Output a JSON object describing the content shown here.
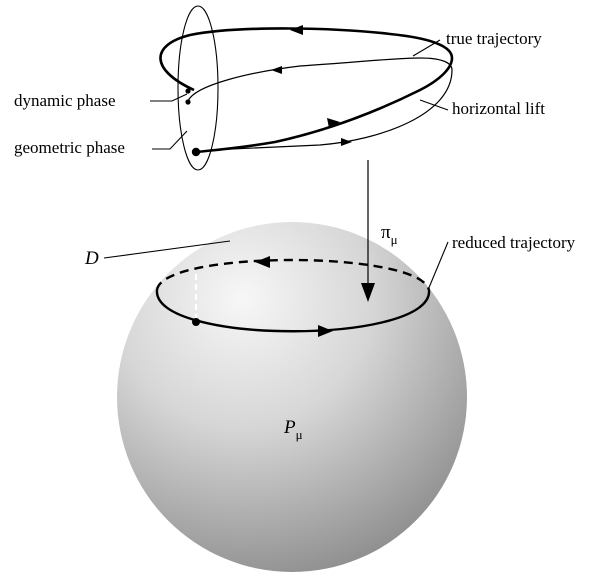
{
  "labels": {
    "true_trajectory": "true trajectory",
    "horizontal_lift": "horizontal lift",
    "dynamic_phase": "dynamic phase",
    "geometric_phase": "geometric phase",
    "reduced_trajectory": "reduced trajectory",
    "region_D": "D",
    "projection_symbol": "π",
    "projection_subscript": "μ",
    "sphere_symbol": "P",
    "sphere_subscript": "μ"
  },
  "colors": {
    "ink": "#000000",
    "sphere_highlight": "#f7f7f7",
    "sphere_shadow": "#8f8f8f"
  }
}
